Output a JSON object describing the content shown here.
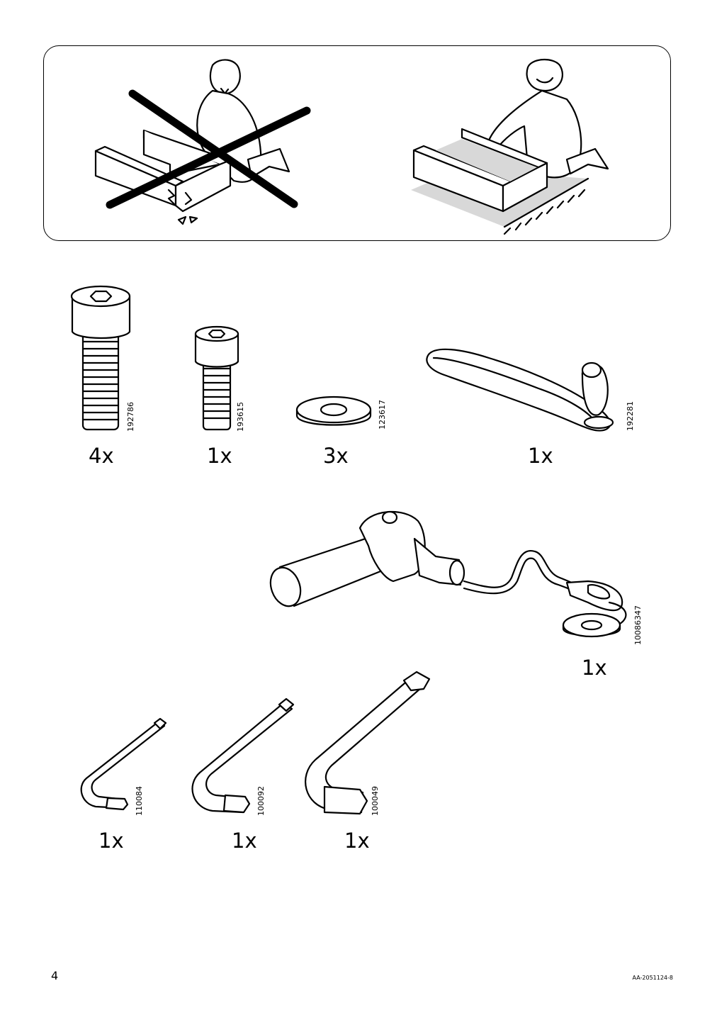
{
  "warning_panel": {
    "wrong_icon": "cross-out-icon",
    "right_icon": "rug-icon"
  },
  "parts": [
    {
      "id": "bolt-large",
      "article": "192786",
      "qty": "4x"
    },
    {
      "id": "bolt-small",
      "article": "193615",
      "qty": "1x"
    },
    {
      "id": "washer",
      "article": "123617",
      "qty": "3x"
    },
    {
      "id": "crank-handle",
      "article": "192281",
      "qty": "1x"
    },
    {
      "id": "handle-grip",
      "article": "10086347",
      "qty": "1x"
    },
    {
      "id": "hex-key-small",
      "article": "110084",
      "qty": "1x"
    },
    {
      "id": "hex-key-medium",
      "article": "100092",
      "qty": "1x"
    },
    {
      "id": "hex-key-large",
      "article": "100049",
      "qty": "1x"
    }
  ],
  "footer": {
    "page_number": "4",
    "doc_code": "AA-2051124-8"
  }
}
